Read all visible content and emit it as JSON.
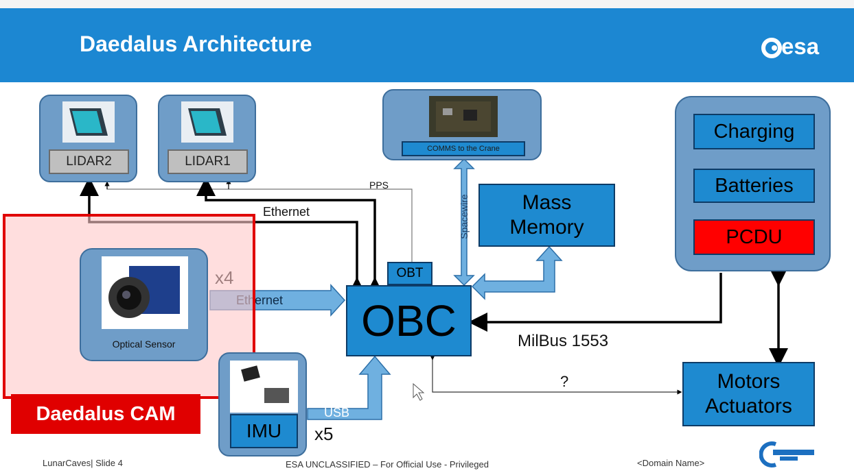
{
  "header": {
    "title": "Daedalus Architecture",
    "logo_text": "esa",
    "colors": {
      "header_bg": "#1c87d2",
      "box_fill": "#1e8ad0",
      "panel_fill": "#6f9dc8",
      "pcdu_fill": "#ff0000",
      "highlight_outline": "#e00000"
    }
  },
  "nodes": {
    "lidar2": "LIDAR2",
    "lidar1": "LIDAR1",
    "comms": "COMMS to the Crane",
    "charging": "Charging",
    "batteries": "Batteries",
    "pcdu": "PCDU",
    "mass_memory_l1": "Mass",
    "mass_memory_l2": "Memory",
    "obt": "OBT",
    "obc": "OBC",
    "optical_sensor": "Optical Sensor",
    "imu": "IMU",
    "motors_l1": "Motors",
    "motors_l2": "Actuators"
  },
  "connections": {
    "pps": "PPS",
    "ethernet_top": "Ethernet",
    "spacewire": "Spacewire",
    "ethernet_cam": "Ethernet",
    "usb": "USB",
    "milbus": "MilBus 1553",
    "unknown": "?"
  },
  "multipliers": {
    "camera": "x4",
    "imu": "x5"
  },
  "highlight": {
    "label": "Daedalus CAM"
  },
  "footer": {
    "left": "LunarCaves| Slide 4",
    "center": "ESA UNCLASSIFIED – For Official Use - Privileged",
    "right": "<Domain Name>"
  }
}
